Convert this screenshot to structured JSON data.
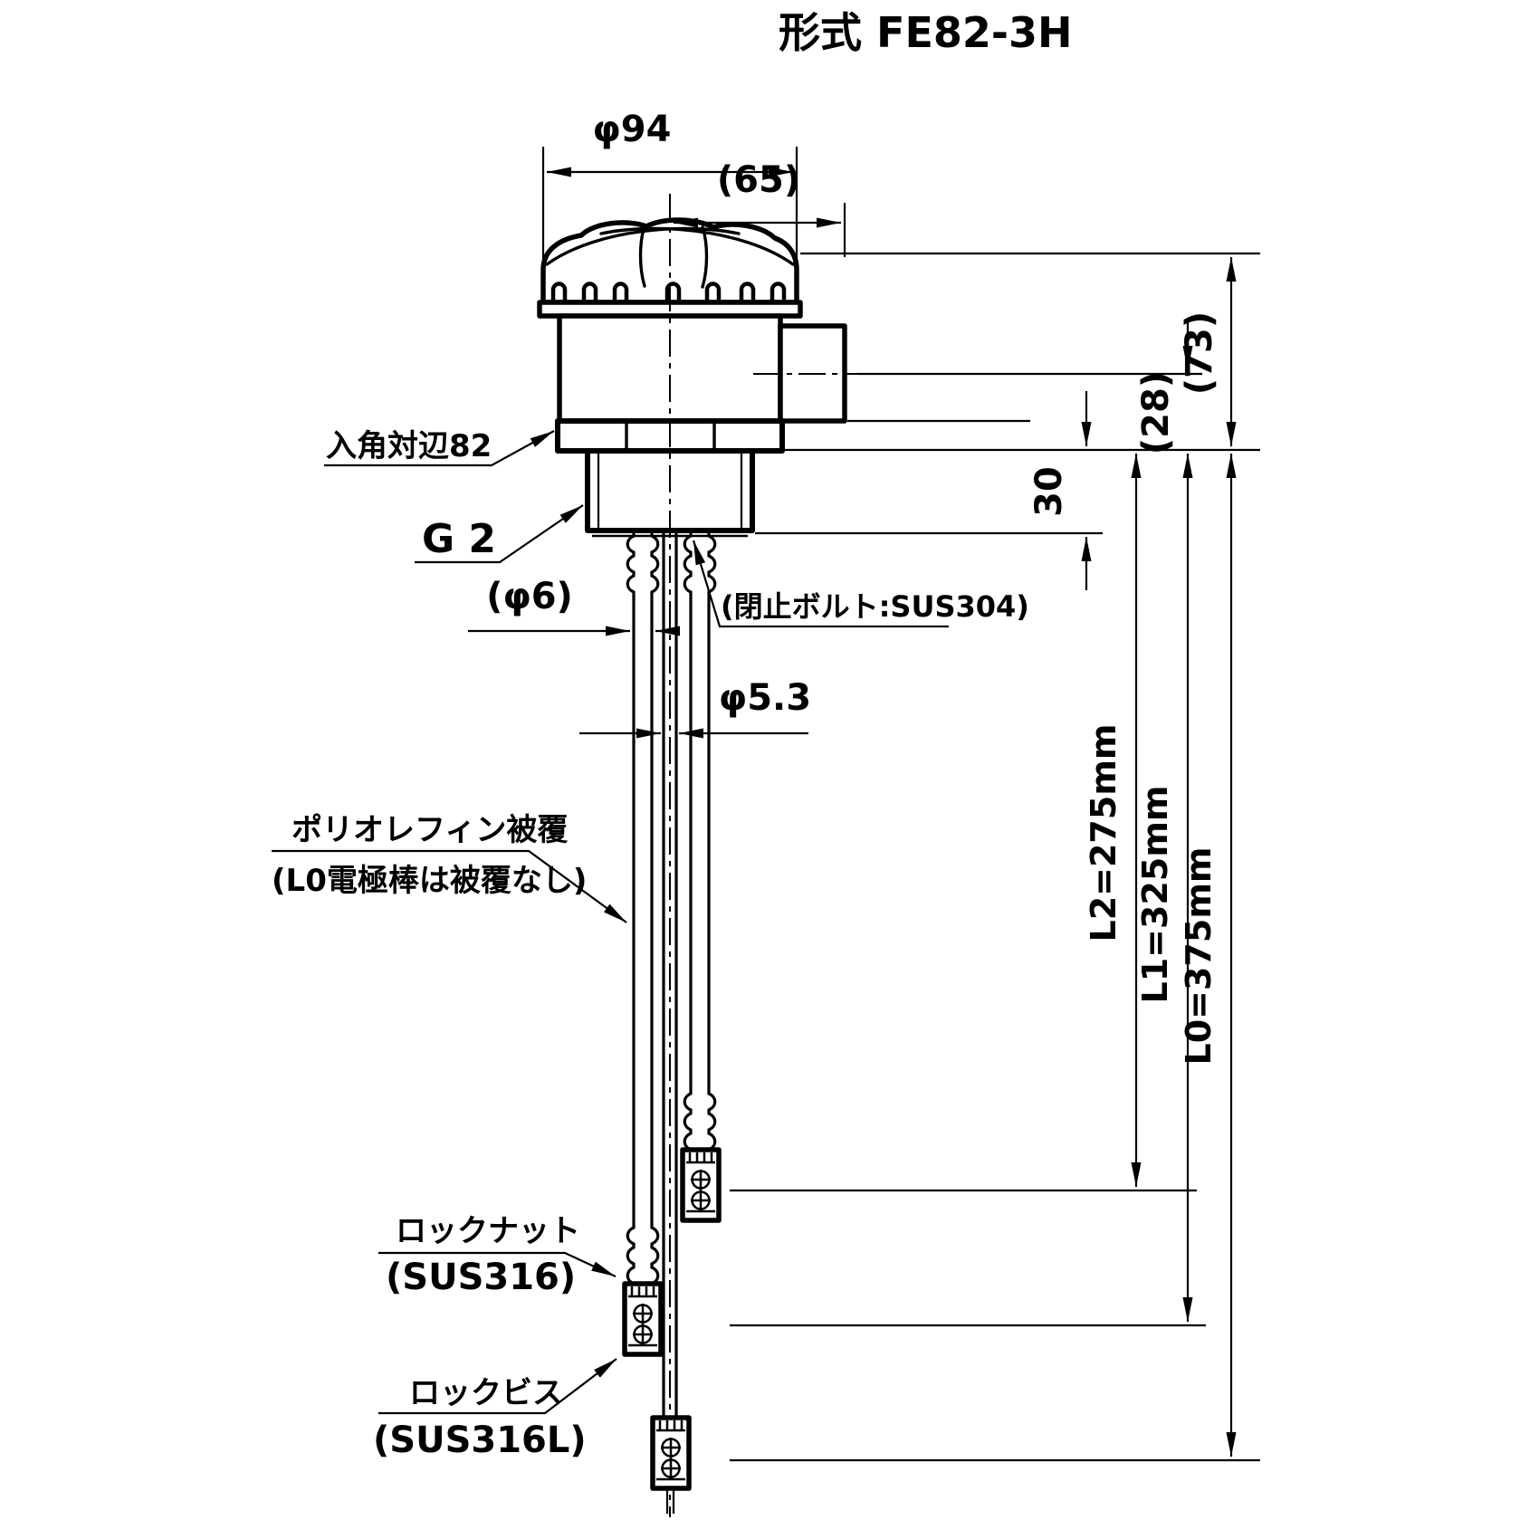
{
  "title": {
    "label": "形式 FE82-3H"
  },
  "dims": {
    "cap_dia": "φ94",
    "conduit_offset": "(65)",
    "head_height": "(73)",
    "conduit_center": "(28)",
    "thread_len": "30",
    "coated_dia": "(φ6)",
    "bare_dia": "φ5.3",
    "l2": "L2=275mm",
    "l1": "L1=325mm",
    "l0": "L0=375mm"
  },
  "labels": {
    "hex_across_flats": "入角対辺82",
    "thread": "G 2",
    "plug_bolt": "(閉止ボルト:SUS304)",
    "coating_line1": "ポリオレフィン被覆",
    "coating_line2": "(L0電極棒は被覆なし)",
    "lock_nut": "ロックナット",
    "lock_nut_material": "(SUS316)",
    "lock_screw": "ロックビス",
    "lock_screw_material": "(SUS316L)"
  },
  "colors": {
    "ink": "#000000",
    "paper": "#ffffff"
  }
}
